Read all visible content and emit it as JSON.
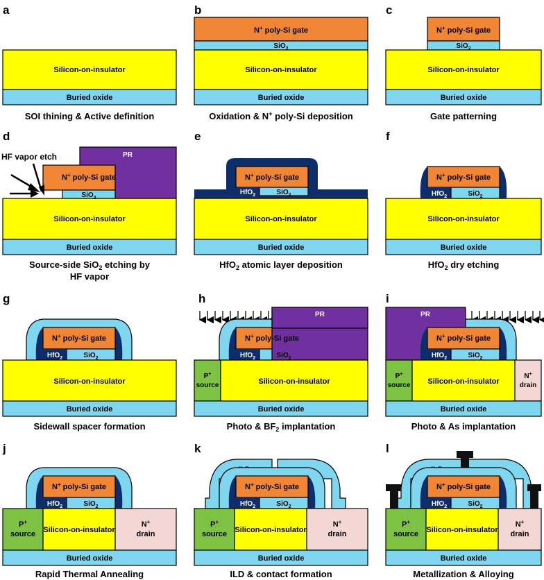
{
  "colors": {
    "soi": "#ffff00",
    "box": "#7fd7ef",
    "oxide": "#7fd7ef",
    "gate": "#f08533",
    "pr": "#7030a0",
    "hfo2": "#0d2d6b",
    "spacer": "#7fd7ef",
    "p_source": "#7dc242",
    "n_drain": "#f2d7d5",
    "metal": "#111111"
  },
  "labels": {
    "soi": "Silicon-on-insulator",
    "box": "Buried oxide",
    "gate_sup": "+",
    "gate_n": "N",
    "gate_rest": " poly-Si gate",
    "sio2_base": "SiO",
    "hfo2_base": "HfO",
    "sub2": "2",
    "pr": "PR",
    "ild": "ILD",
    "hf_vapor_etch": "HF vapor etch",
    "p_plus": "P",
    "n_plus": "N",
    "plus": "+",
    "source": "source",
    "drain": "drain"
  },
  "panels": [
    {
      "letter": "a",
      "caption": "SOI thining & Active definition"
    },
    {
      "letter": "b",
      "caption_pre": "Oxidation & N",
      "caption_sup": "+",
      "caption_post": " poly-Si deposition"
    },
    {
      "letter": "c",
      "caption": "Gate patterning"
    },
    {
      "letter": "d",
      "caption_line1_pre": "Source-side SiO",
      "caption_line1_sub": "2",
      "caption_line1_post": " etching by",
      "caption_line2": "HF vapor"
    },
    {
      "letter": "e",
      "caption_pre": "HfO",
      "caption_sub": "2",
      "caption_post": " atomic layer deposition"
    },
    {
      "letter": "f",
      "caption_pre": "HfO",
      "caption_sub": "2",
      "caption_post": " dry etching"
    },
    {
      "letter": "g",
      "caption": "Sidewall spacer formation"
    },
    {
      "letter": "h",
      "caption_pre": "Photo & BF",
      "caption_sub": "2",
      "caption_post": " implantation"
    },
    {
      "letter": "i",
      "caption": "Photo & As implantation"
    },
    {
      "letter": "j",
      "caption": "Rapid Thermal Annealing"
    },
    {
      "letter": "k",
      "caption": "ILD & contact formation"
    },
    {
      "letter": "l",
      "caption": "Metallization & Alloying"
    }
  ]
}
